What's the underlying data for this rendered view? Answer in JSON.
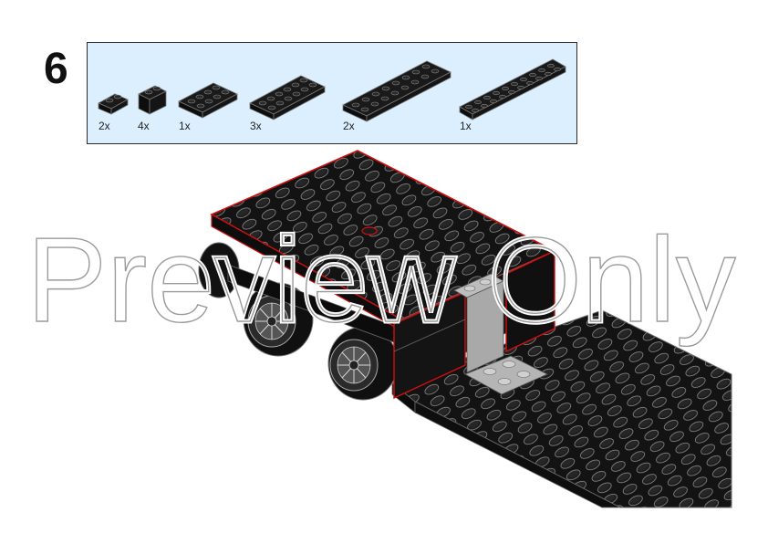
{
  "step": {
    "number": "6"
  },
  "parts": [
    {
      "id": "plate-1x2",
      "quantity": "2x"
    },
    {
      "id": "brick-1x2",
      "quantity": "4x"
    },
    {
      "id": "plate-2x4",
      "quantity": "1x"
    },
    {
      "id": "plate-2x6",
      "quantity": "3x"
    },
    {
      "id": "plate-2x8",
      "quantity": "2x"
    },
    {
      "id": "plate-2x10",
      "quantity": "1x"
    }
  ],
  "watermark": {
    "text": "Preview Only"
  },
  "colors": {
    "part_black": "#111111",
    "part_edge": "#6b6b6b",
    "new_part_outline": "#d10f0f",
    "grey_part": "#a9a9a9",
    "parts_box_bg": "#dcefff"
  }
}
